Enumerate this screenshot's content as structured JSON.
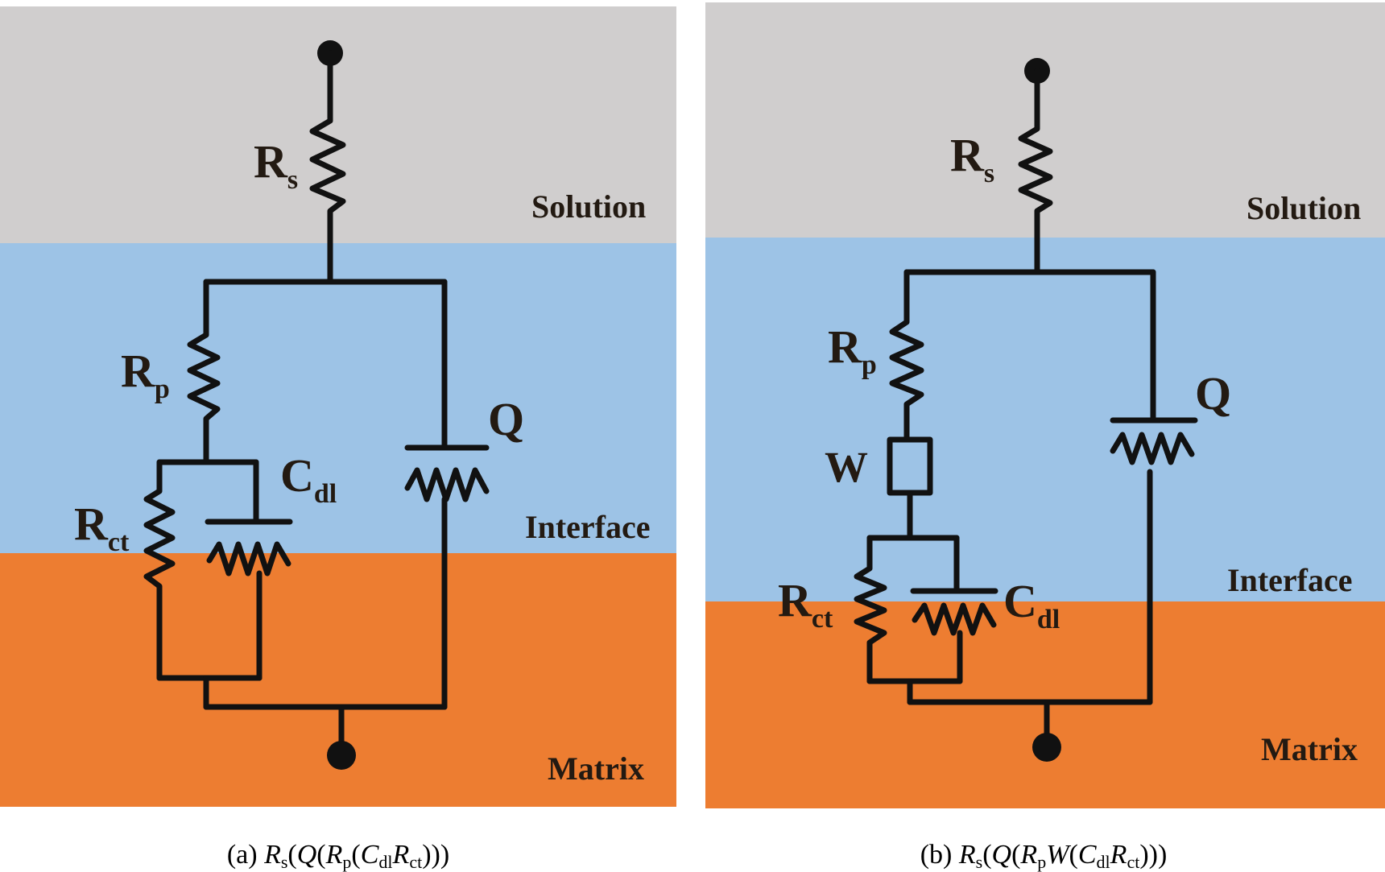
{
  "colors": {
    "solution": "#d0cece",
    "interface": "#9dc3e6",
    "matrix": "#ed7d31",
    "wire": "#111111",
    "label": "#231a12"
  },
  "panel_a": {
    "zones": {
      "solution": "Solution",
      "interface": "Interface",
      "matrix": "Matrix"
    },
    "labels": {
      "rs": {
        "main": "R",
        "sub": "s"
      },
      "rp": {
        "main": "R",
        "sub": "p"
      },
      "rct": {
        "main": "R",
        "sub": "ct"
      },
      "cdl": {
        "main": "C",
        "sub": "dl"
      },
      "q": {
        "main": "Q"
      }
    },
    "caption": {
      "prefix": "(a) ",
      "r1": "R",
      "r1_sub": "s",
      "t1": "(",
      "q": "Q",
      "t2": "(",
      "r2": "R",
      "r2_sub": "p",
      "t3": "(",
      "c": "C",
      "c_sub": "dl",
      "r3": "R",
      "r3_sub": "ct",
      "t4": ")))"
    }
  },
  "panel_b": {
    "zones": {
      "solution": "Solution",
      "interface": "Interface",
      "matrix": "Matrix"
    },
    "labels": {
      "rs": {
        "main": "R",
        "sub": "s"
      },
      "rp": {
        "main": "R",
        "sub": "p"
      },
      "w": {
        "main": "W"
      },
      "rct": {
        "main": "R",
        "sub": "ct"
      },
      "cdl": {
        "main": "C",
        "sub": "dl"
      },
      "q": {
        "main": "Q"
      }
    },
    "caption": {
      "prefix": "(b) ",
      "r1": "R",
      "r1_sub": "s",
      "t1": "(",
      "q": "Q",
      "t2": "(",
      "r2": "R",
      "r2_sub": "p",
      "w": "W",
      "t3": "(",
      "c": "C",
      "c_sub": "dl",
      "r3": "R",
      "r3_sub": "ct",
      "t4": ")))"
    }
  }
}
